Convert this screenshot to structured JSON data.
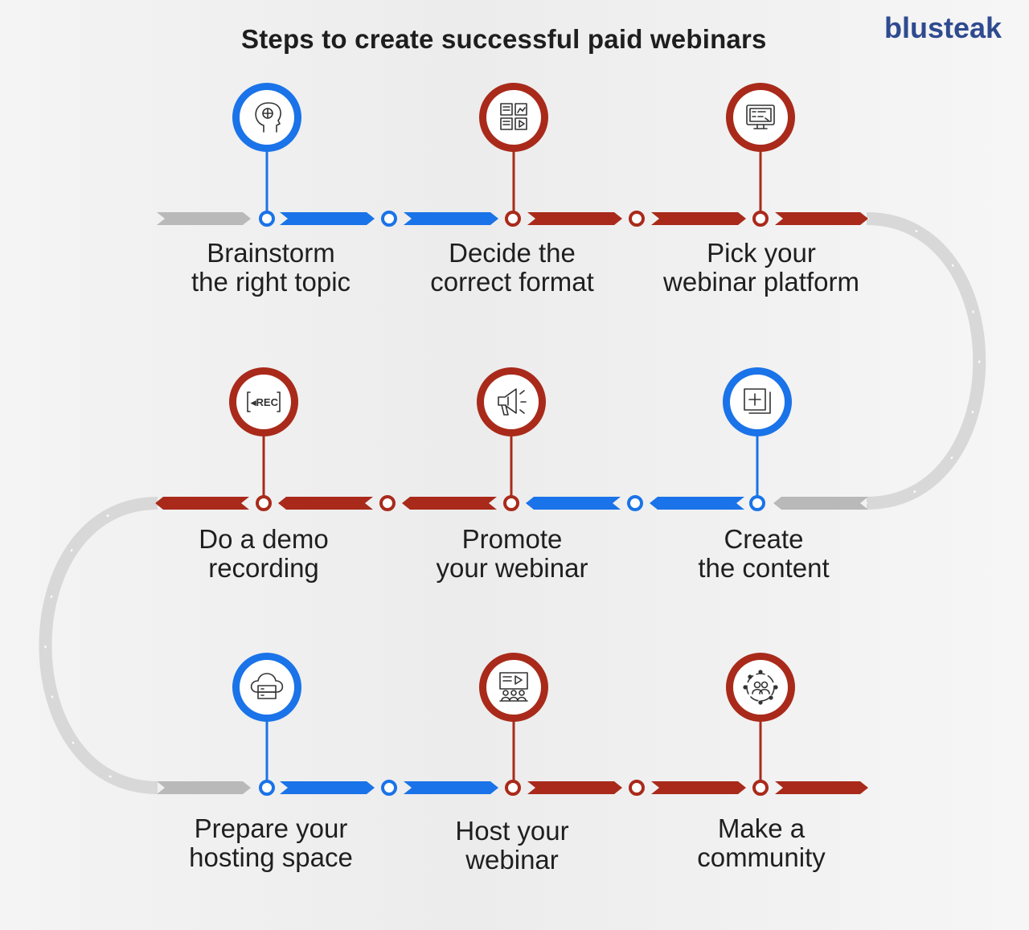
{
  "header": {
    "title": "Steps to create successful paid webinars",
    "brand": "blusteak"
  },
  "colors": {
    "blue": "#1a73e8",
    "red": "#a92a1a",
    "grey": "#b9b9b9",
    "brand": "#2f4b8f"
  },
  "steps": [
    {
      "line1": "Brainstorm",
      "line2": "the right topic",
      "icon": "brain-head-icon",
      "color": "blue"
    },
    {
      "line1": "Decide the",
      "line2": "correct format",
      "icon": "format-grid-icon",
      "color": "red"
    },
    {
      "line1": "Pick your",
      "line2": "webinar platform",
      "icon": "monitor-platform-icon",
      "color": "red"
    },
    {
      "line1": "Do a demo",
      "line2": "recording",
      "icon": "rec-icon",
      "color": "red"
    },
    {
      "line1": "Promote",
      "line2": "your webinar",
      "icon": "megaphone-icon",
      "color": "red"
    },
    {
      "line1": "Create",
      "line2": "the content",
      "icon": "add-content-icon",
      "color": "blue"
    },
    {
      "line1": "Prepare your",
      "line2": "hosting space",
      "icon": "cloud-server-icon",
      "color": "blue"
    },
    {
      "line1": "Host your",
      "line2": "webinar",
      "icon": "presentation-audience-icon",
      "color": "red"
    },
    {
      "line1": "Make a",
      "line2": "community",
      "icon": "community-network-icon",
      "color": "red"
    }
  ]
}
